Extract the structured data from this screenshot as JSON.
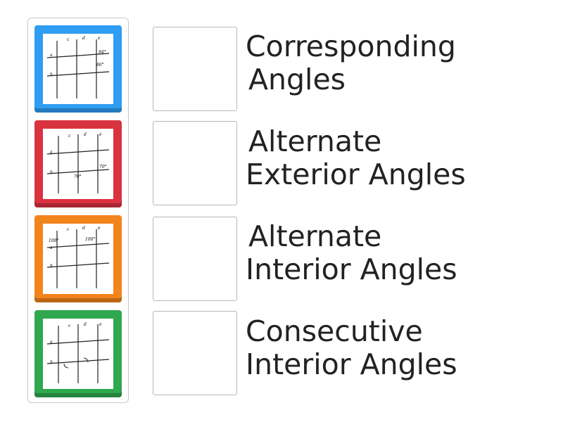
{
  "tray": {
    "tiles": [
      {
        "color": "#2e9df2",
        "letters": [
          "c",
          "d",
          "e",
          "a",
          "b"
        ],
        "angle_labels": [
          "94°",
          "86°"
        ]
      },
      {
        "color": "#d93340",
        "letters": [
          "c",
          "d",
          "e",
          "a",
          "b"
        ],
        "angle_labels": [
          "70°",
          "70°"
        ]
      },
      {
        "color": "#f2841c",
        "letters": [
          "c",
          "d",
          "e",
          "a",
          "b"
        ],
        "angle_labels": [
          "100°",
          "100°"
        ]
      },
      {
        "color": "#2fa84f",
        "letters": [
          "c",
          "d",
          "e",
          "a",
          "b"
        ],
        "angle_labels": []
      }
    ]
  },
  "targets": [
    {
      "line1": "Corresponding",
      "line2": "Angles"
    },
    {
      "line1": "Alternate",
      "line2": "Exterior Angles"
    },
    {
      "line1": "Alternate",
      "line2": "Interior Angles"
    },
    {
      "line1": "Consecutive",
      "line2": "Interior Angles"
    }
  ]
}
